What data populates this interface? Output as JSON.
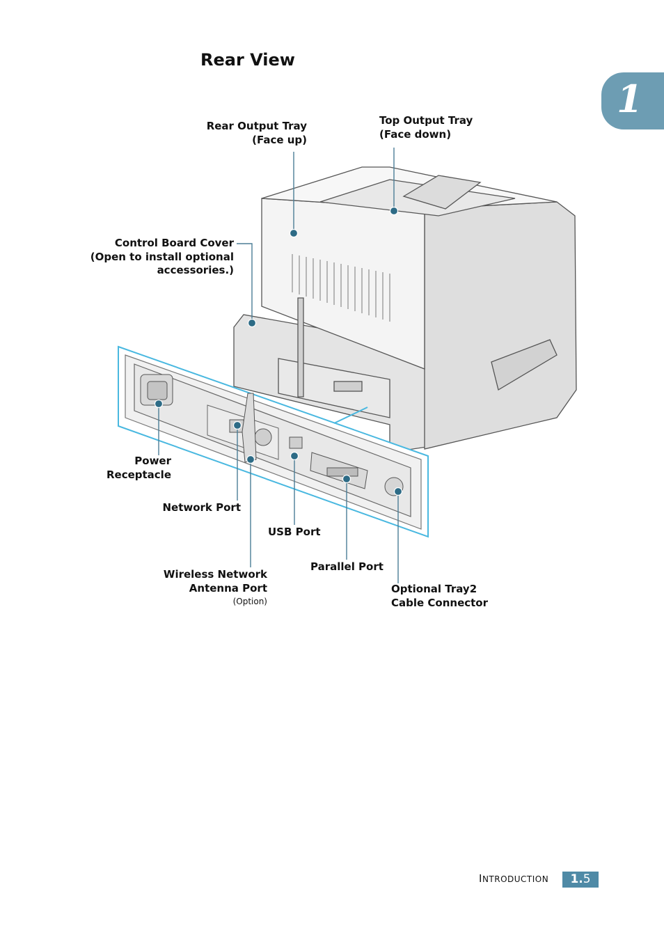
{
  "page": {
    "title": "Rear View",
    "chapter_number": "1"
  },
  "labels": {
    "rear_output_tray": [
      "Rear Output Tray",
      "(Face up)"
    ],
    "top_output_tray": [
      "Top Output Tray",
      "(Face down)"
    ],
    "control_board_cover": [
      "Control Board Cover",
      "(Open to install optional",
      "accessories.)"
    ],
    "power_receptacle": [
      "Power",
      "Receptacle"
    ],
    "network_port": "Network Port",
    "usb_port": "USB Port",
    "parallel_port": "Parallel Port",
    "wireless_antenna_port": [
      "Wireless Network",
      "Antenna Port"
    ],
    "wireless_option_note": "(Option)",
    "optional_tray2": [
      "Optional Tray2",
      "Cable Connector"
    ]
  },
  "footer": {
    "section_first": "I",
    "section_rest": "NTRODUCTION",
    "page_major": "1.",
    "page_minor": "5"
  },
  "colors": {
    "accent": "#6d9db3",
    "callout_line": "#4b7d96",
    "callout_dot": "#2d6b86",
    "highlight_outline": "#49b8e0"
  }
}
